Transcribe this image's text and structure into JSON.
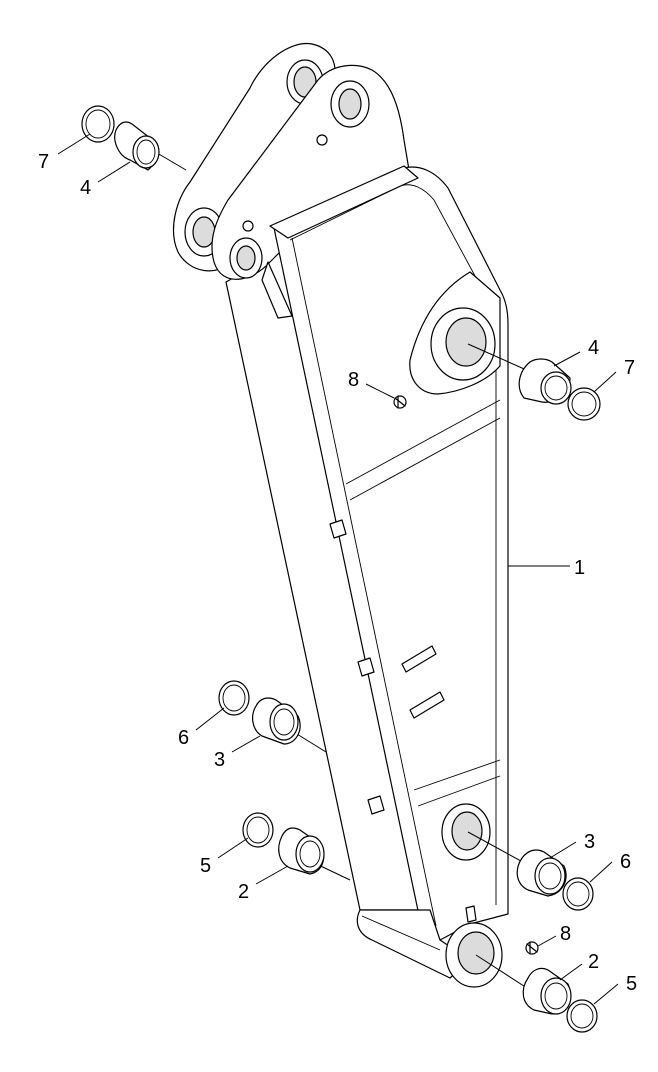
{
  "callouts": [
    {
      "id": "c-7-top",
      "text": "7"
    },
    {
      "id": "c-4-top",
      "text": "4"
    },
    {
      "id": "c-8-upper",
      "text": "8"
    },
    {
      "id": "c-4-right",
      "text": "4"
    },
    {
      "id": "c-7-right",
      "text": "7"
    },
    {
      "id": "c-1",
      "text": "1"
    },
    {
      "id": "c-6-left",
      "text": "6"
    },
    {
      "id": "c-3-left",
      "text": "3"
    },
    {
      "id": "c-5-left",
      "text": "5"
    },
    {
      "id": "c-2-left",
      "text": "2"
    },
    {
      "id": "c-3-right",
      "text": "3"
    },
    {
      "id": "c-6-right",
      "text": "6"
    },
    {
      "id": "c-8-lower",
      "text": "8"
    },
    {
      "id": "c-2-right",
      "text": "2"
    },
    {
      "id": "c-5-right",
      "text": "5"
    }
  ]
}
